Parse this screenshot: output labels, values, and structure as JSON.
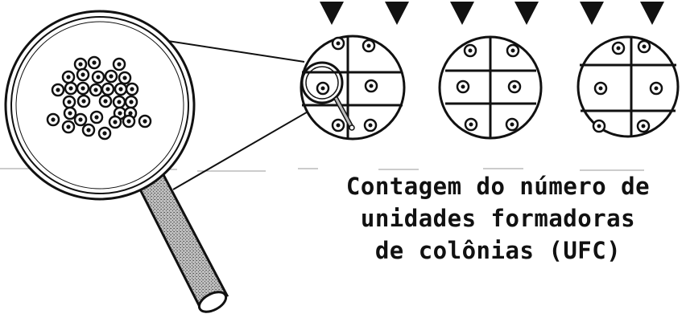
{
  "caption": {
    "line1": "Contagem do número de",
    "line2": "unidades formadoras",
    "line3": "de colônias (UFC)"
  },
  "colors": {
    "ink": "#111111",
    "background": "#ffffff",
    "handle_shade": "#9a9a9a"
  },
  "icons": [
    "magnifier-icon",
    "petri-dish-icon",
    "arrow-down-icon",
    "colony-icon"
  ]
}
